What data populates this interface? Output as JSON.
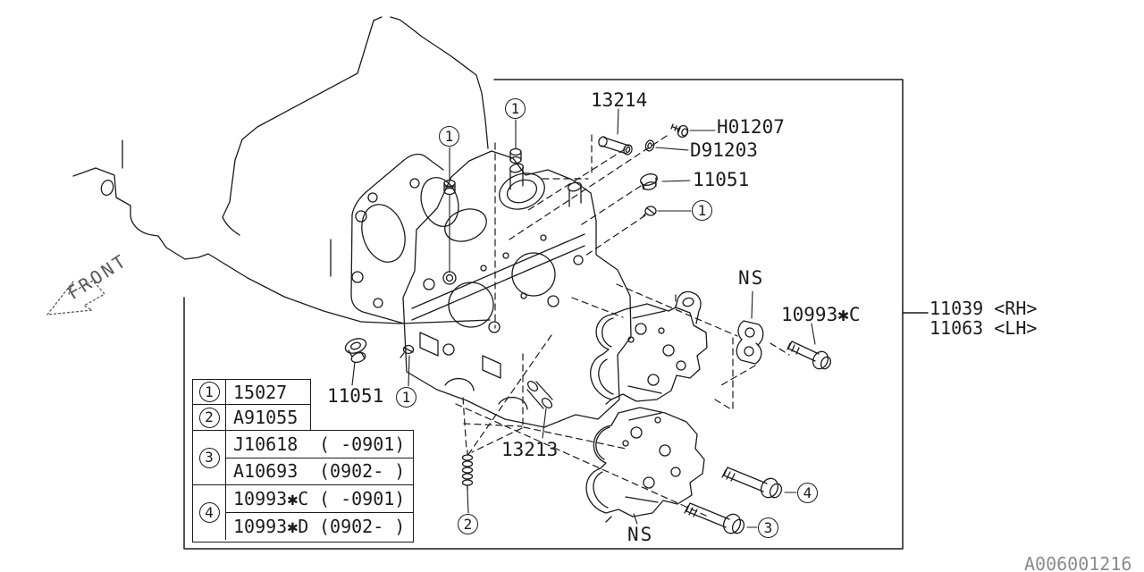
{
  "diagram": {
    "doc_code": "A006001216",
    "front_label": "FRONT",
    "labels": {
      "l13214": "13214",
      "h01207": "H01207",
      "d91203": "D91203",
      "l11051_top": "11051",
      "l11051_bottom": "11051",
      "ns_top": "NS",
      "ns_bottom": "NS",
      "l10993c": "10993✱C",
      "l11039_rh": "11039 <RH>",
      "l11063_lh": "11063 <LH>",
      "l13213": "13213"
    },
    "callouts": {
      "c1": "1",
      "c2": "2",
      "c3": "3",
      "c4": "4"
    },
    "legend": {
      "rows": [
        {
          "num": "1",
          "parts": [
            {
              "part": "15027",
              "range": ""
            }
          ]
        },
        {
          "num": "2",
          "parts": [
            {
              "part": "A91055",
              "range": ""
            }
          ]
        },
        {
          "num": "3",
          "parts": [
            {
              "part": "J10618",
              "range": "( -0901)"
            },
            {
              "part": "A10693",
              "range": "(0902- )"
            }
          ]
        },
        {
          "num": "4",
          "parts": [
            {
              "part": "10993✱C",
              "range": "( -0901)"
            },
            {
              "part": "10993✱D",
              "range": "(0902- )"
            }
          ]
        }
      ]
    }
  }
}
